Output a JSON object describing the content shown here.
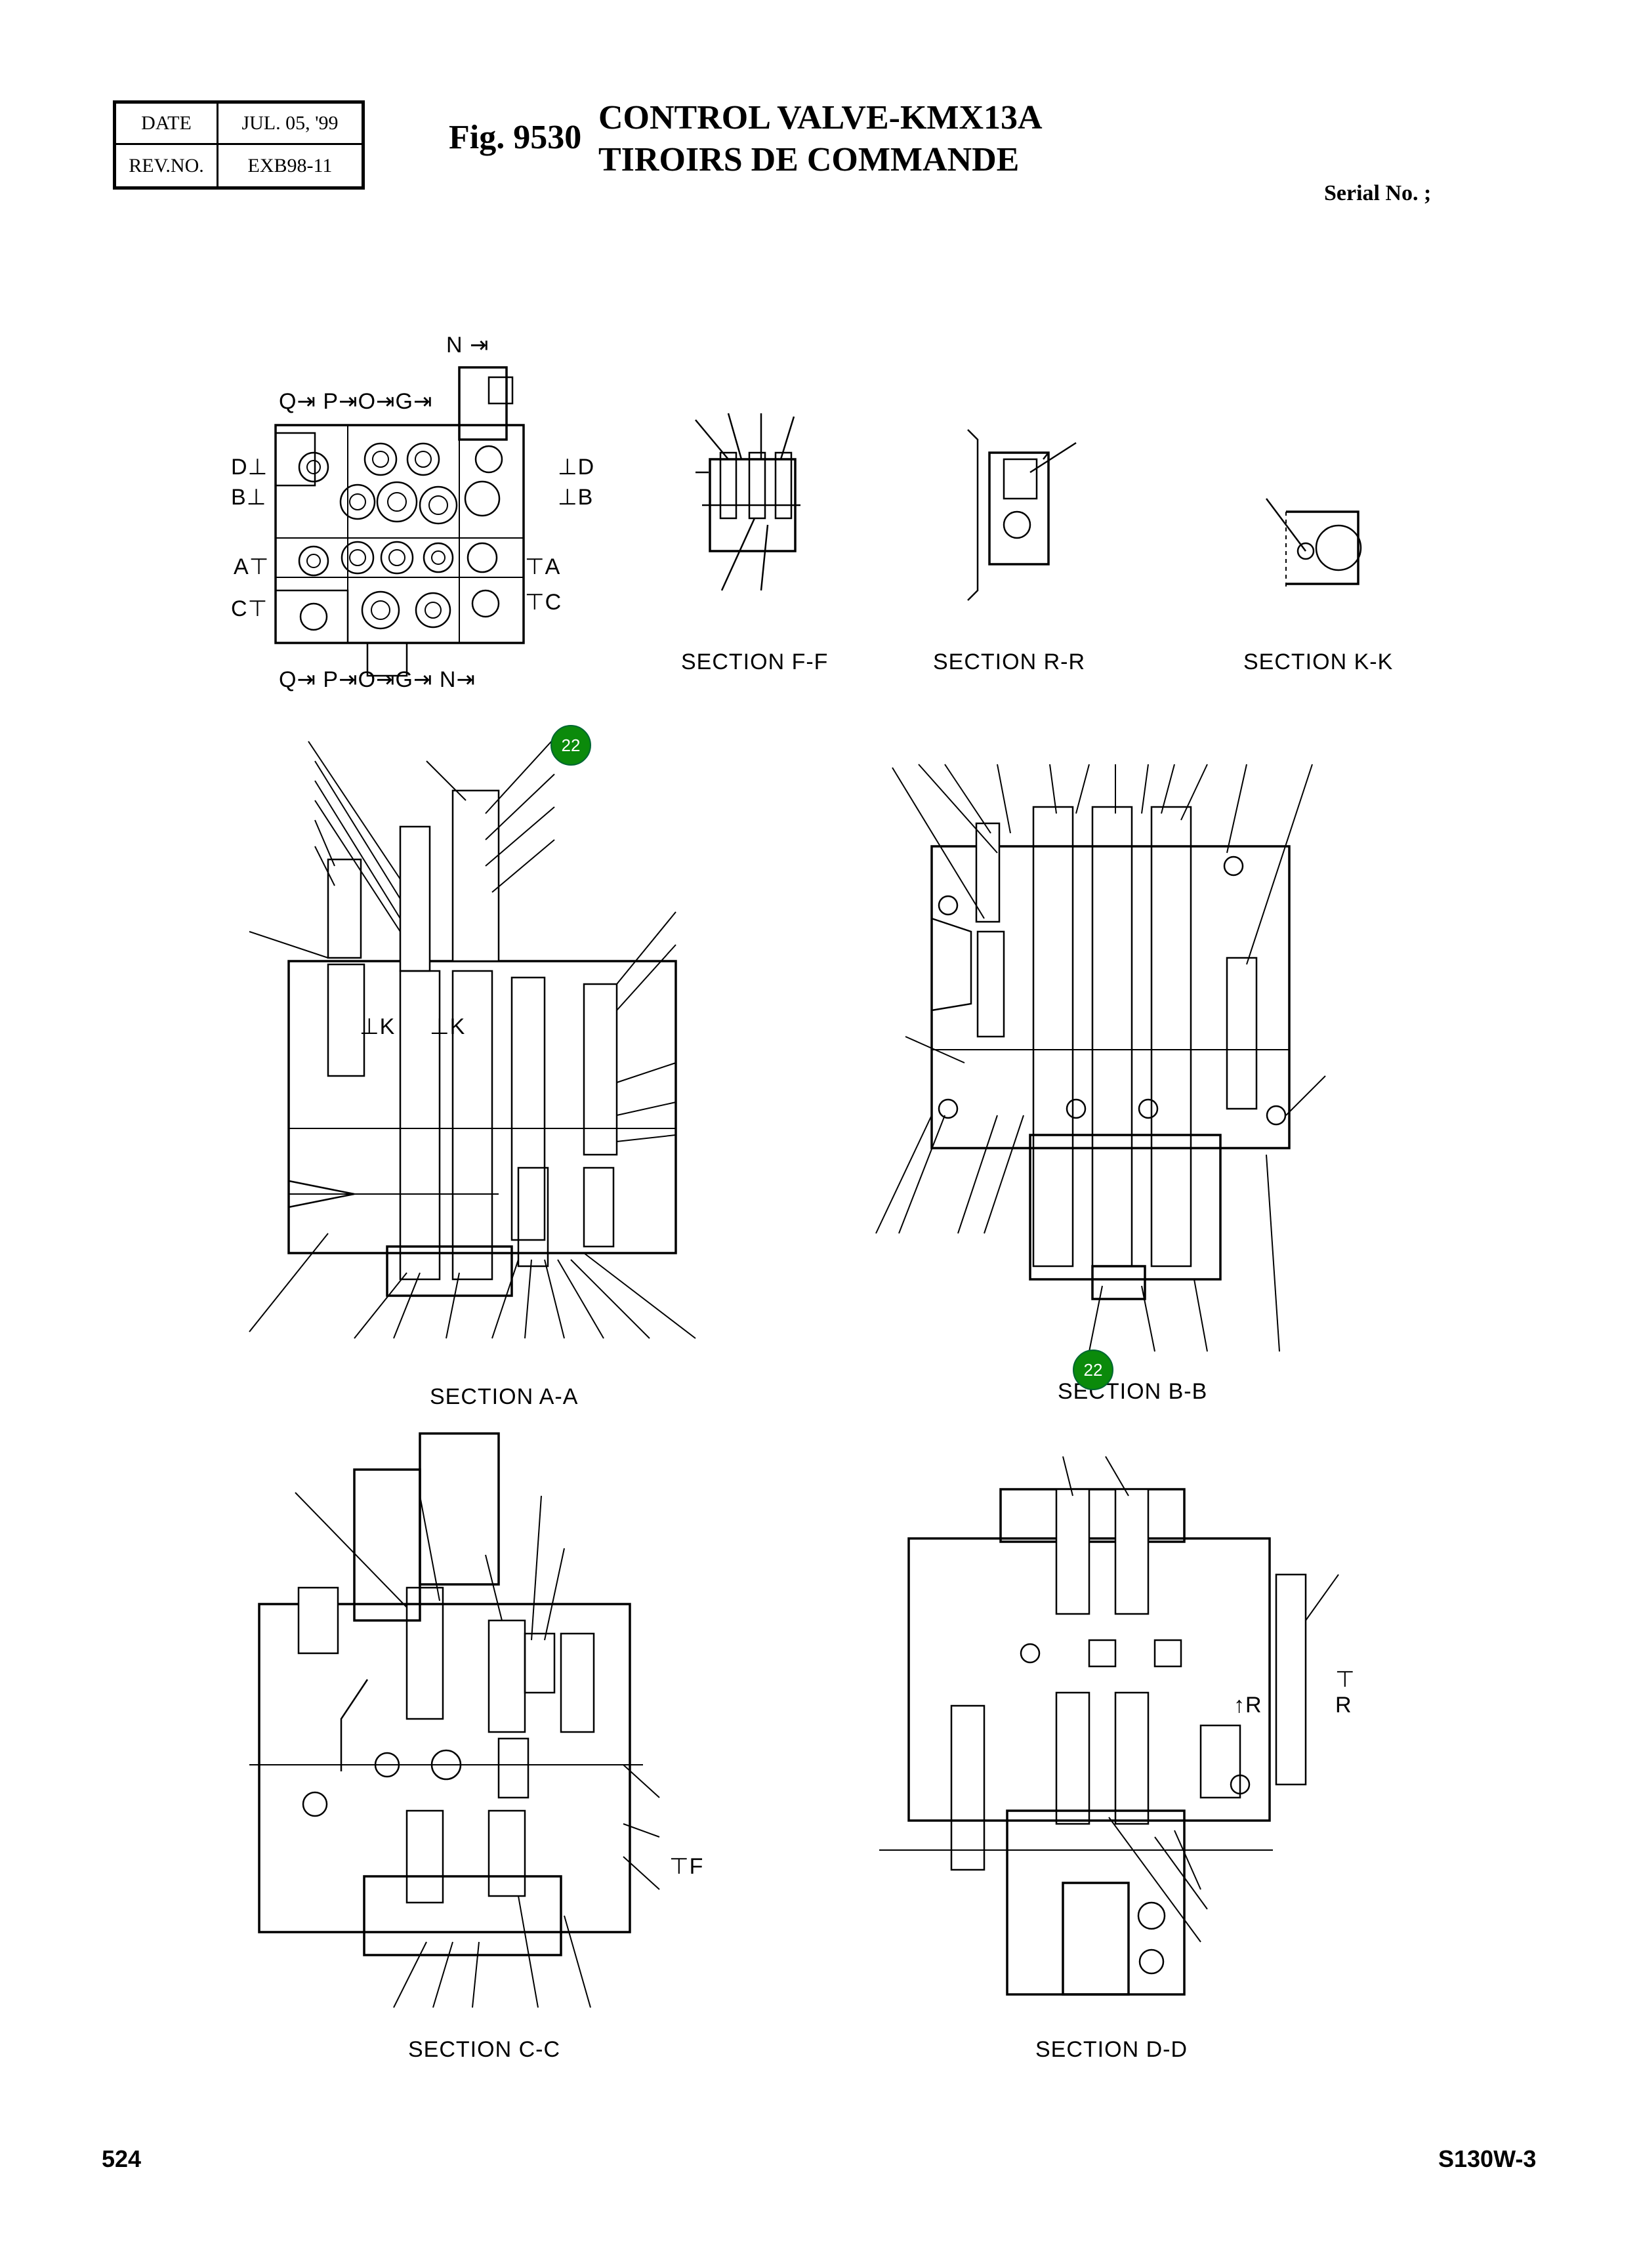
{
  "header": {
    "date_label": "DATE",
    "date_value": "JUL. 05, '99",
    "rev_label": "REV.NO.",
    "rev_value": "EXB98-11",
    "fig_number": "Fig. 9530",
    "title_en": "CONTROL VALVE-KMX13A",
    "title_fr": "TIROIRS DE COMMANDE",
    "serial": "Serial No. ;"
  },
  "top_view": {
    "top_marker": "N",
    "row_top": [
      "Q",
      "P",
      "O",
      "G"
    ],
    "row_bottom": [
      "Q",
      "P",
      "O",
      "G",
      "N"
    ],
    "left_markers": [
      "D",
      "B",
      "A",
      "C"
    ],
    "right_markers": [
      "D",
      "B",
      "A",
      "C"
    ]
  },
  "sections": {
    "ff": "SECTION  F-F",
    "rr": "SECTION  R-R",
    "kk": "SECTION  K-K",
    "aa": "SECTION  A-A",
    "bb": "SECTION  B-B",
    "cc": "SECTION  C-C",
    "dd": "SECTION  D-D"
  },
  "section_markers": {
    "k": "K",
    "r": "R",
    "f": "F"
  },
  "callouts": [
    {
      "id": "callout-a-a",
      "number": "22"
    },
    {
      "id": "callout-b-b",
      "number": "22"
    }
  ],
  "footer": {
    "page_number": "524",
    "model": "S130W-3"
  },
  "colors": {
    "callout_fill": "#0b8a0b",
    "ink": "#000000"
  }
}
